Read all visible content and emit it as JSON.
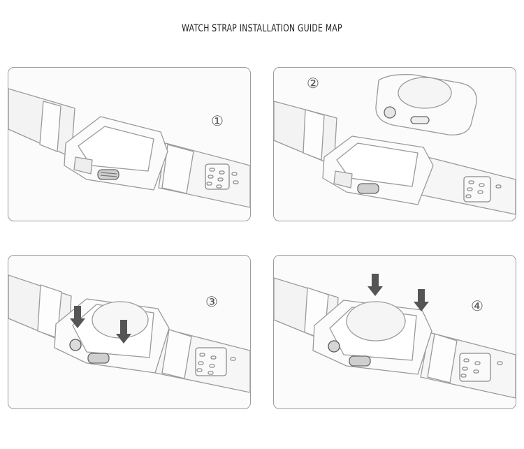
{
  "title": "WATCH STRAP INSTALLATION GUIDE MAP",
  "steps": [
    {
      "number": "①"
    },
    {
      "number": "②"
    },
    {
      "number": "③"
    },
    {
      "number": "④"
    }
  ],
  "colors": {
    "line": "#9a9a9a",
    "arrow": "#555555",
    "panel_border": "#9c9c9c"
  }
}
